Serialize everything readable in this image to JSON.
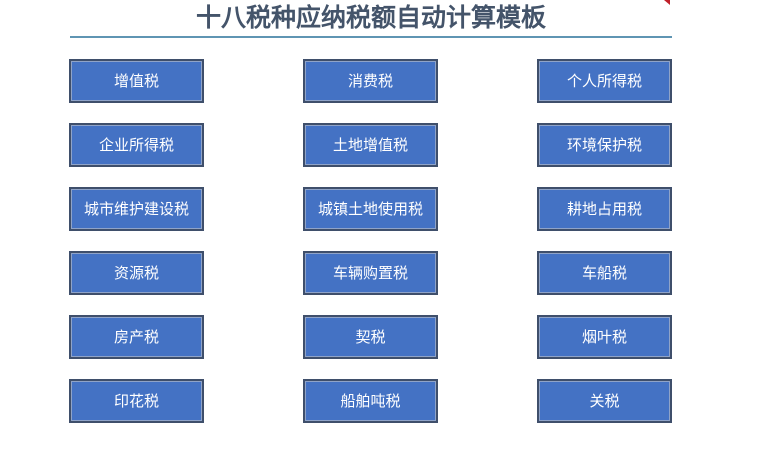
{
  "header": {
    "title": "十八税种应纳税额自动计算模板"
  },
  "colors": {
    "button_fill": "#4472c4",
    "button_border": "#3f4f6b",
    "title_text": "#44546a",
    "title_rule": "#5f95b3"
  },
  "buttons": [
    {
      "label": "增值税"
    },
    {
      "label": "消费税"
    },
    {
      "label": "个人所得税"
    },
    {
      "label": "企业所得税"
    },
    {
      "label": "土地增值税"
    },
    {
      "label": "环境保护税"
    },
    {
      "label": "城市维护建设税"
    },
    {
      "label": "城镇土地使用税"
    },
    {
      "label": "耕地占用税"
    },
    {
      "label": "资源税"
    },
    {
      "label": "车辆购置税"
    },
    {
      "label": "车船税"
    },
    {
      "label": "房产税"
    },
    {
      "label": "契税"
    },
    {
      "label": "烟叶税"
    },
    {
      "label": "印花税"
    },
    {
      "label": "船舶吨税"
    },
    {
      "label": "关税"
    }
  ]
}
